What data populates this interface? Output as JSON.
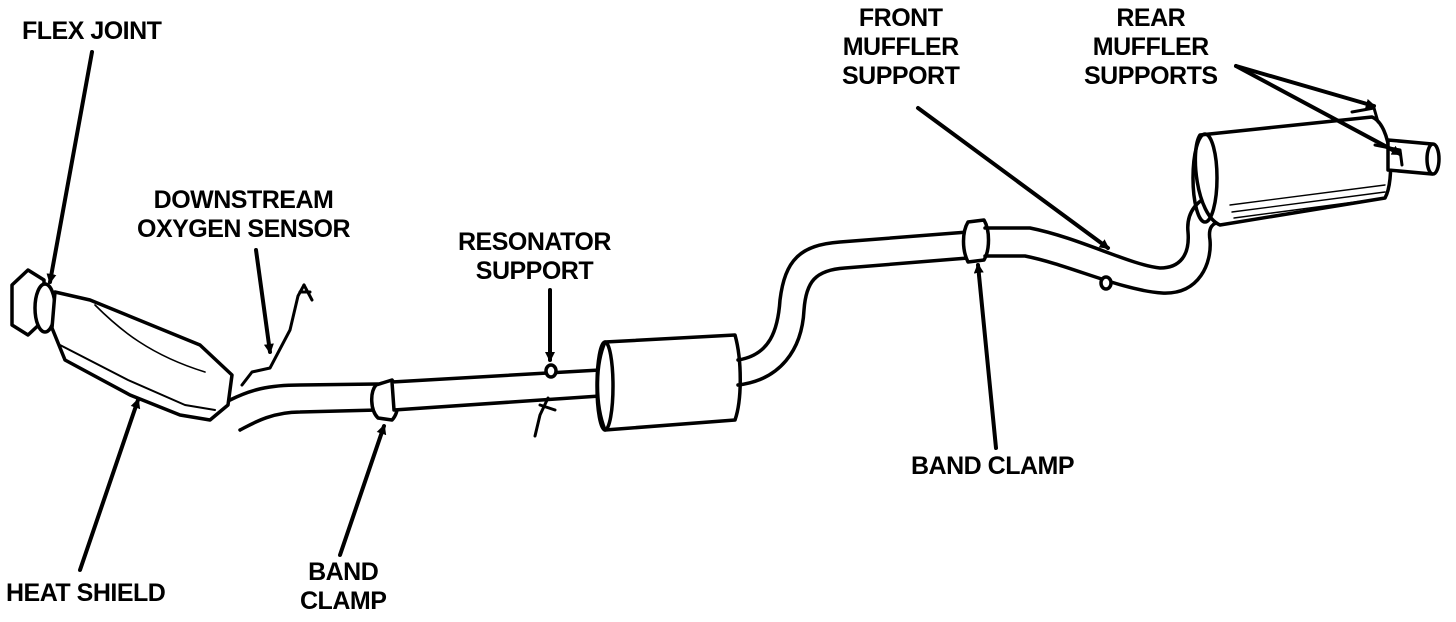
{
  "labels": {
    "flex_joint": "FLEX JOINT",
    "downstream_oxygen_sensor": [
      "DOWNSTREAM",
      "OXYGEN SENSOR"
    ],
    "resonator_support": [
      "RESONATOR",
      "SUPPORT"
    ],
    "front_muffler_support": [
      "FRONT",
      "MUFFLER",
      "SUPPORT"
    ],
    "rear_muffler_supports": [
      "REAR",
      "MUFFLER",
      "SUPPORTS"
    ],
    "band_clamp_right": "BAND CLAMP",
    "heat_shield": "HEAT SHIELD",
    "band_clamp_left": [
      "BAND",
      "CLAMP"
    ]
  }
}
